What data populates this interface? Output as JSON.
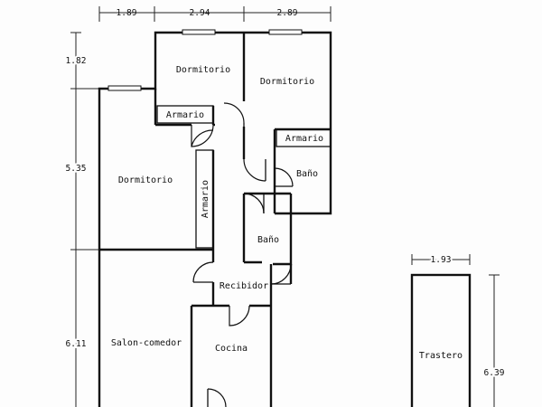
{
  "plan": {
    "rooms": {
      "dormitorio_top": "Dormitorio",
      "dormitorio_right": "Dormitorio",
      "dormitorio_left": "Dormitorio",
      "armario_top": "Armario",
      "armario_right": "Armario",
      "armario_vertical": "Armario",
      "bano_upper": "Baño",
      "bano_lower": "Baño",
      "recibidor": "Recibidor",
      "salon_comedor": "Salon-comedor",
      "cocina": "Cocina",
      "trastero": "Trastero"
    },
    "dimensions": {
      "top": [
        "1.89",
        "2.94",
        "2.89"
      ],
      "left": [
        "1.82",
        "5.35",
        "6.11"
      ],
      "trastero_width": "1.93",
      "trastero_height": "6.39"
    }
  }
}
